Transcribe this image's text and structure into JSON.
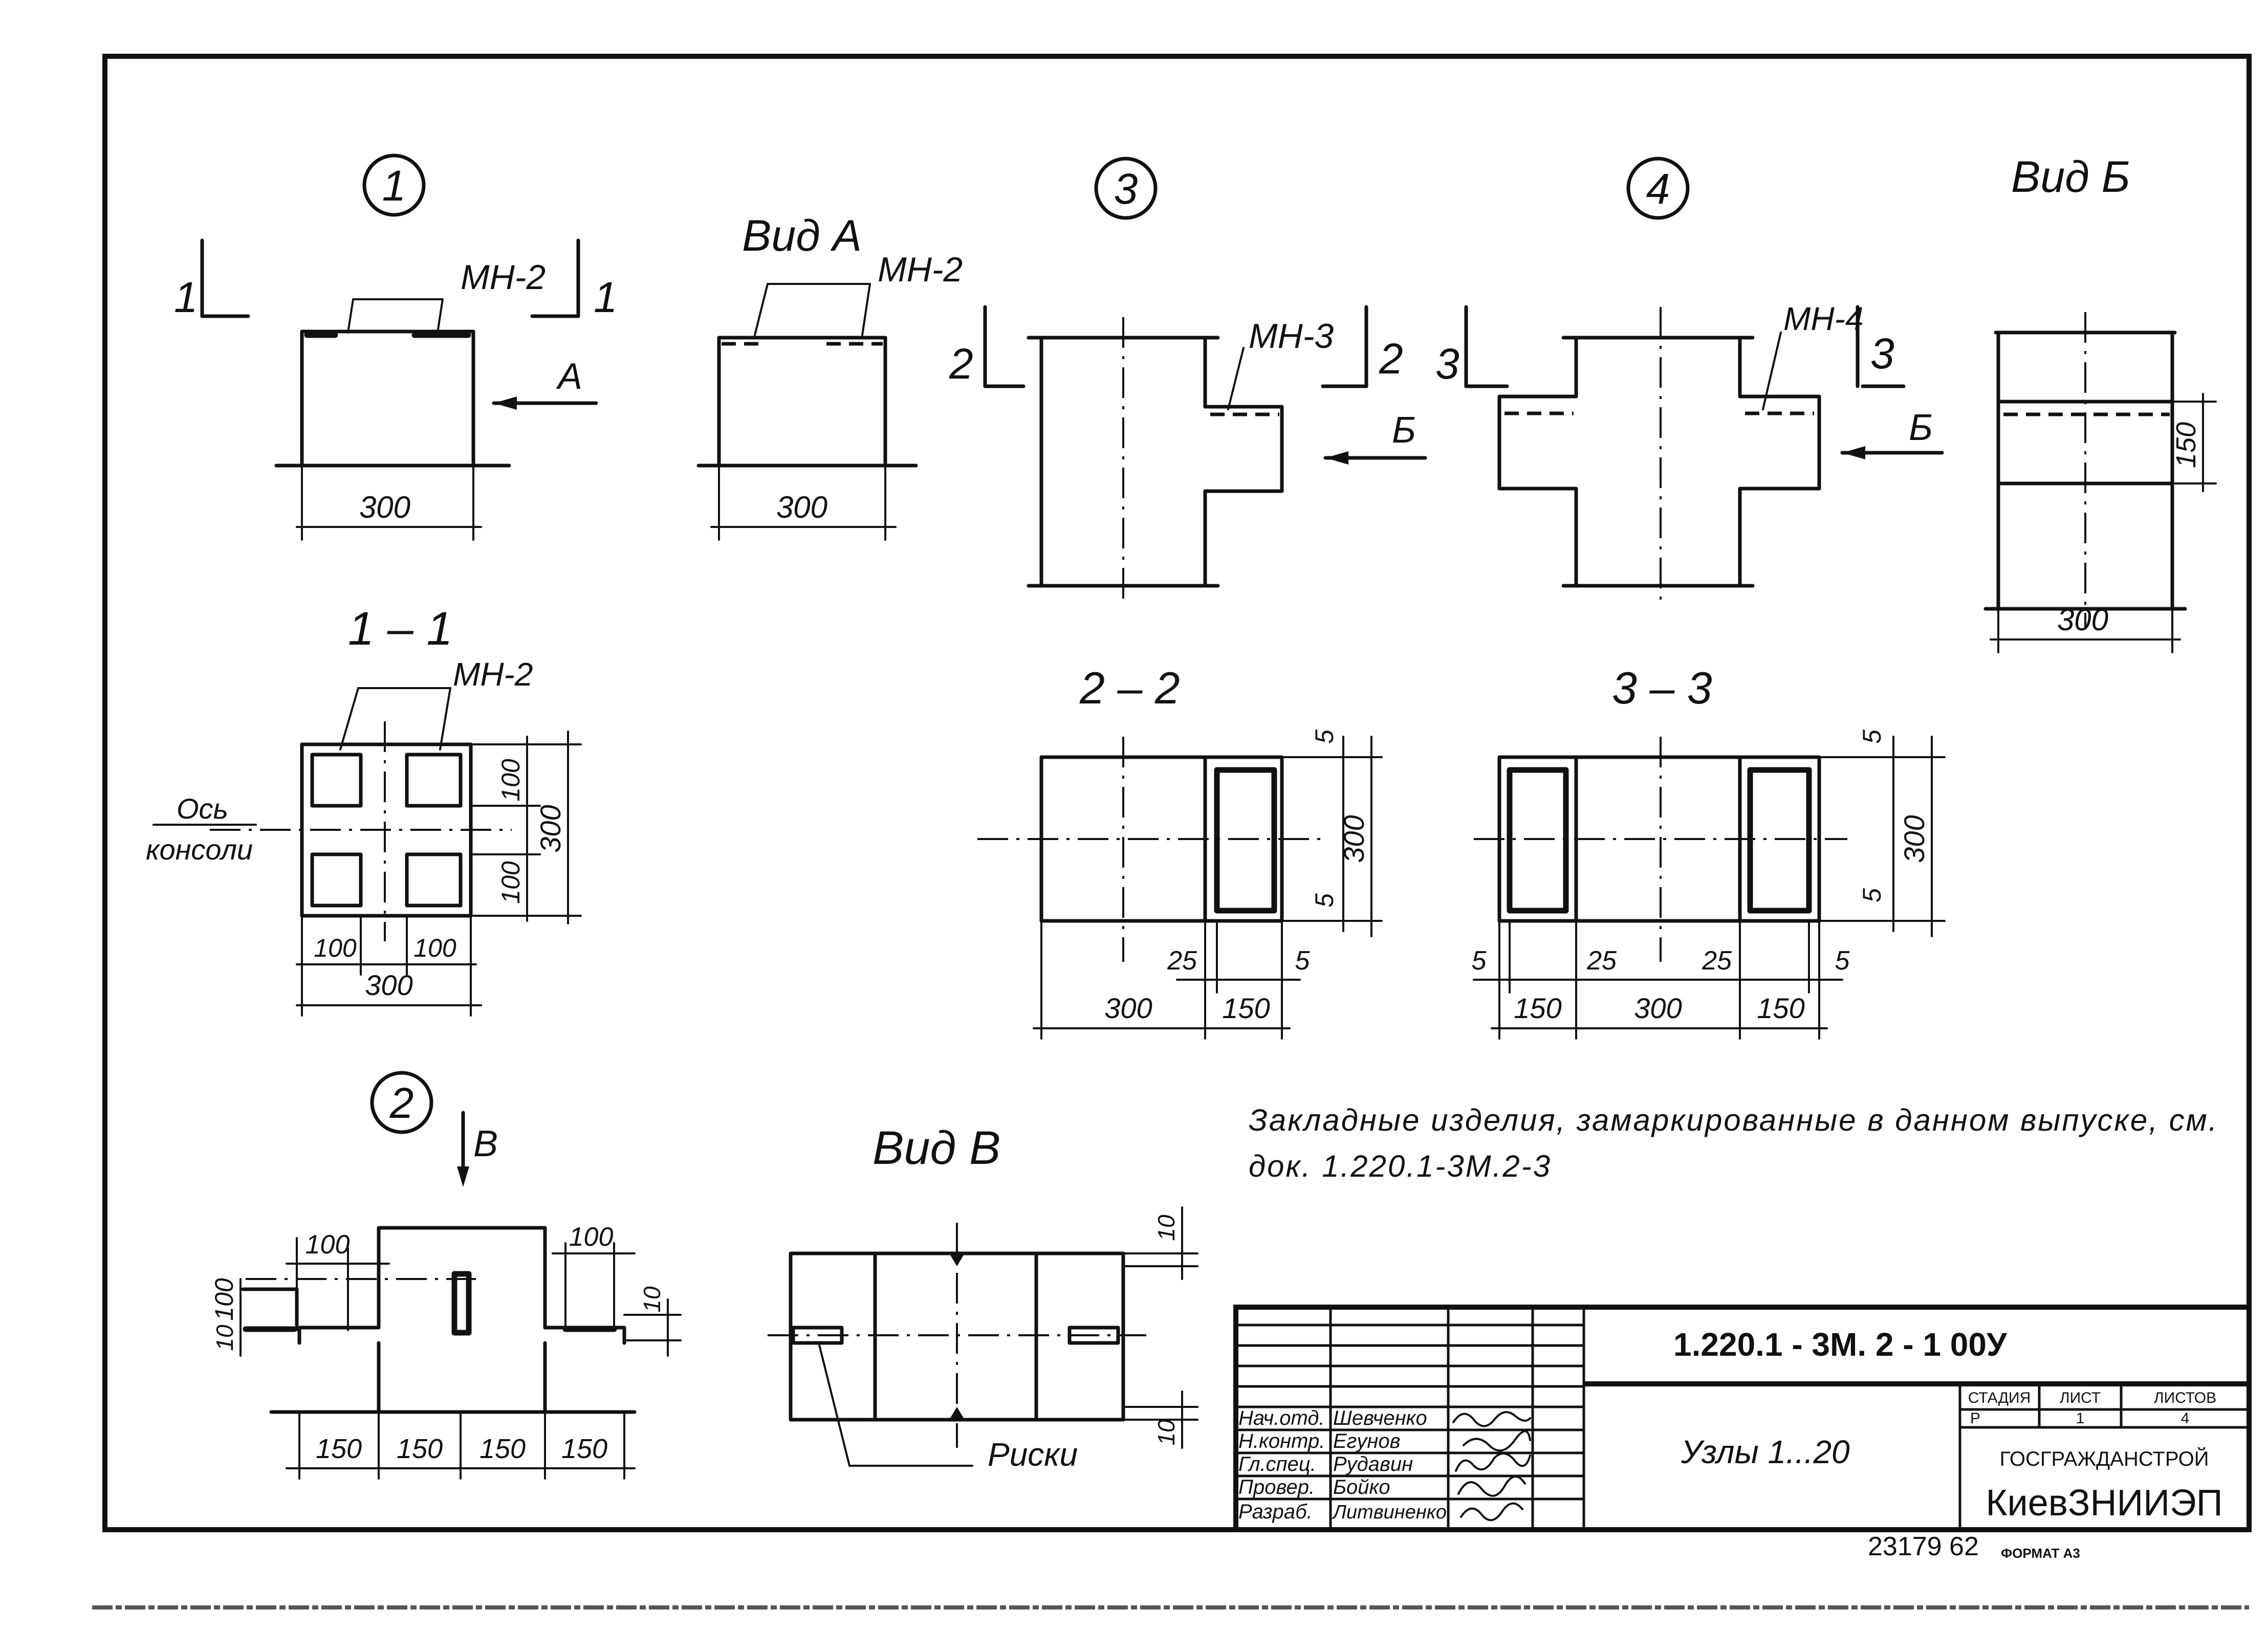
{
  "nodes": {
    "n1": {
      "mark": "1",
      "embed": "МН-2",
      "cut_label": "1",
      "view_arrow": "А",
      "dim_width": "300"
    },
    "vidA": {
      "title": "Вид А",
      "embed": "МН-2",
      "dim_width": "300"
    },
    "n3": {
      "mark": "3",
      "embed": "МН-3",
      "cut_label": "2",
      "view_arrow": "Б"
    },
    "n4": {
      "mark": "4",
      "embed": "МН-4",
      "cut_label": "3",
      "view_arrow": "Б"
    },
    "vidB": {
      "title": "Вид Б",
      "dim_h": "150",
      "dim_width": "300"
    },
    "sec11": {
      "title": "1 – 1",
      "embed": "МН-2",
      "axis_label_1": "Ось",
      "axis_label_2": "консоли",
      "dim_a": "100",
      "dim_b": "100",
      "dim_h": "300",
      "dim_c": "100",
      "dim_d": "100",
      "dim_w": "300"
    },
    "sec22": {
      "title": "2 – 2",
      "dim_top": "5",
      "dim_bot": "5",
      "dim_h": "300",
      "dim_gap": "25",
      "dim_gap2": "5",
      "dim_w1": "300",
      "dim_w2": "150"
    },
    "sec33": {
      "title": "3 – 3",
      "dim_top": "5",
      "dim_bot": "5",
      "dim_h": "300",
      "d5l": "5",
      "d25l": "25",
      "d25r": "25",
      "d5r": "5",
      "w1": "150",
      "w2": "300",
      "w3": "150"
    },
    "n2": {
      "mark": "2",
      "view_arrow": "В",
      "d100l": "100",
      "d100r": "100",
      "d100v": "100",
      "d10l": "10",
      "d10r": "10",
      "w1": "150",
      "w2": "150",
      "w3": "150",
      "w4": "150"
    },
    "vidV": {
      "title": "Вид В",
      "d10t": "10",
      "d10b": "10",
      "marks_label": "Риски"
    }
  },
  "note": {
    "line1": "Закладные изделия, замаркированные в данном выпуске, см.",
    "line2": "док. 1.220.1-3М.2-3"
  },
  "title_block": {
    "doc_code": "1.220.1 - 3М. 2 - 1   00У",
    "sheet_title": "Узлы 1...20",
    "roles": [
      "Нач.отд.",
      "Н.контр.",
      "Гл.спец.",
      "Провер.",
      "Разраб."
    ],
    "names": [
      "Шевченко",
      "Егунов",
      "Рудавин",
      "Бойко",
      "Литвиненко"
    ],
    "stage_header": "СТАДИЯ",
    "sheet_header": "ЛИСТ",
    "sheets_header": "ЛИСТОВ",
    "stage": "Р",
    "sheet": "1",
    "sheets": "4",
    "org1": "ГОСГРАЖДАНСТРОЙ",
    "org2": "КиевЗНИИЭП"
  },
  "footer": {
    "inv": "23179 62",
    "format": "ФОРМАТ А3"
  }
}
